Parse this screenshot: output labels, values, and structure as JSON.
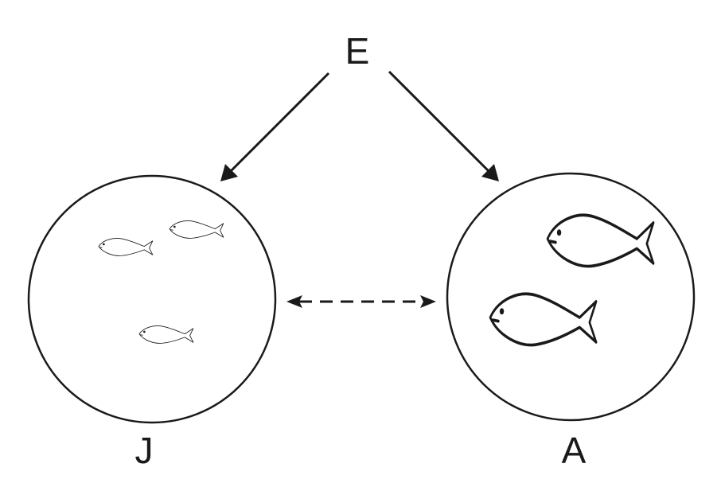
{
  "labels": {
    "environment": "E",
    "juvenile": "J",
    "adult": "A"
  },
  "colors": {
    "ink": "#1a1a1a",
    "background": "#ffffff"
  },
  "juvenile_fish_count": 3,
  "adult_fish_count": 2
}
